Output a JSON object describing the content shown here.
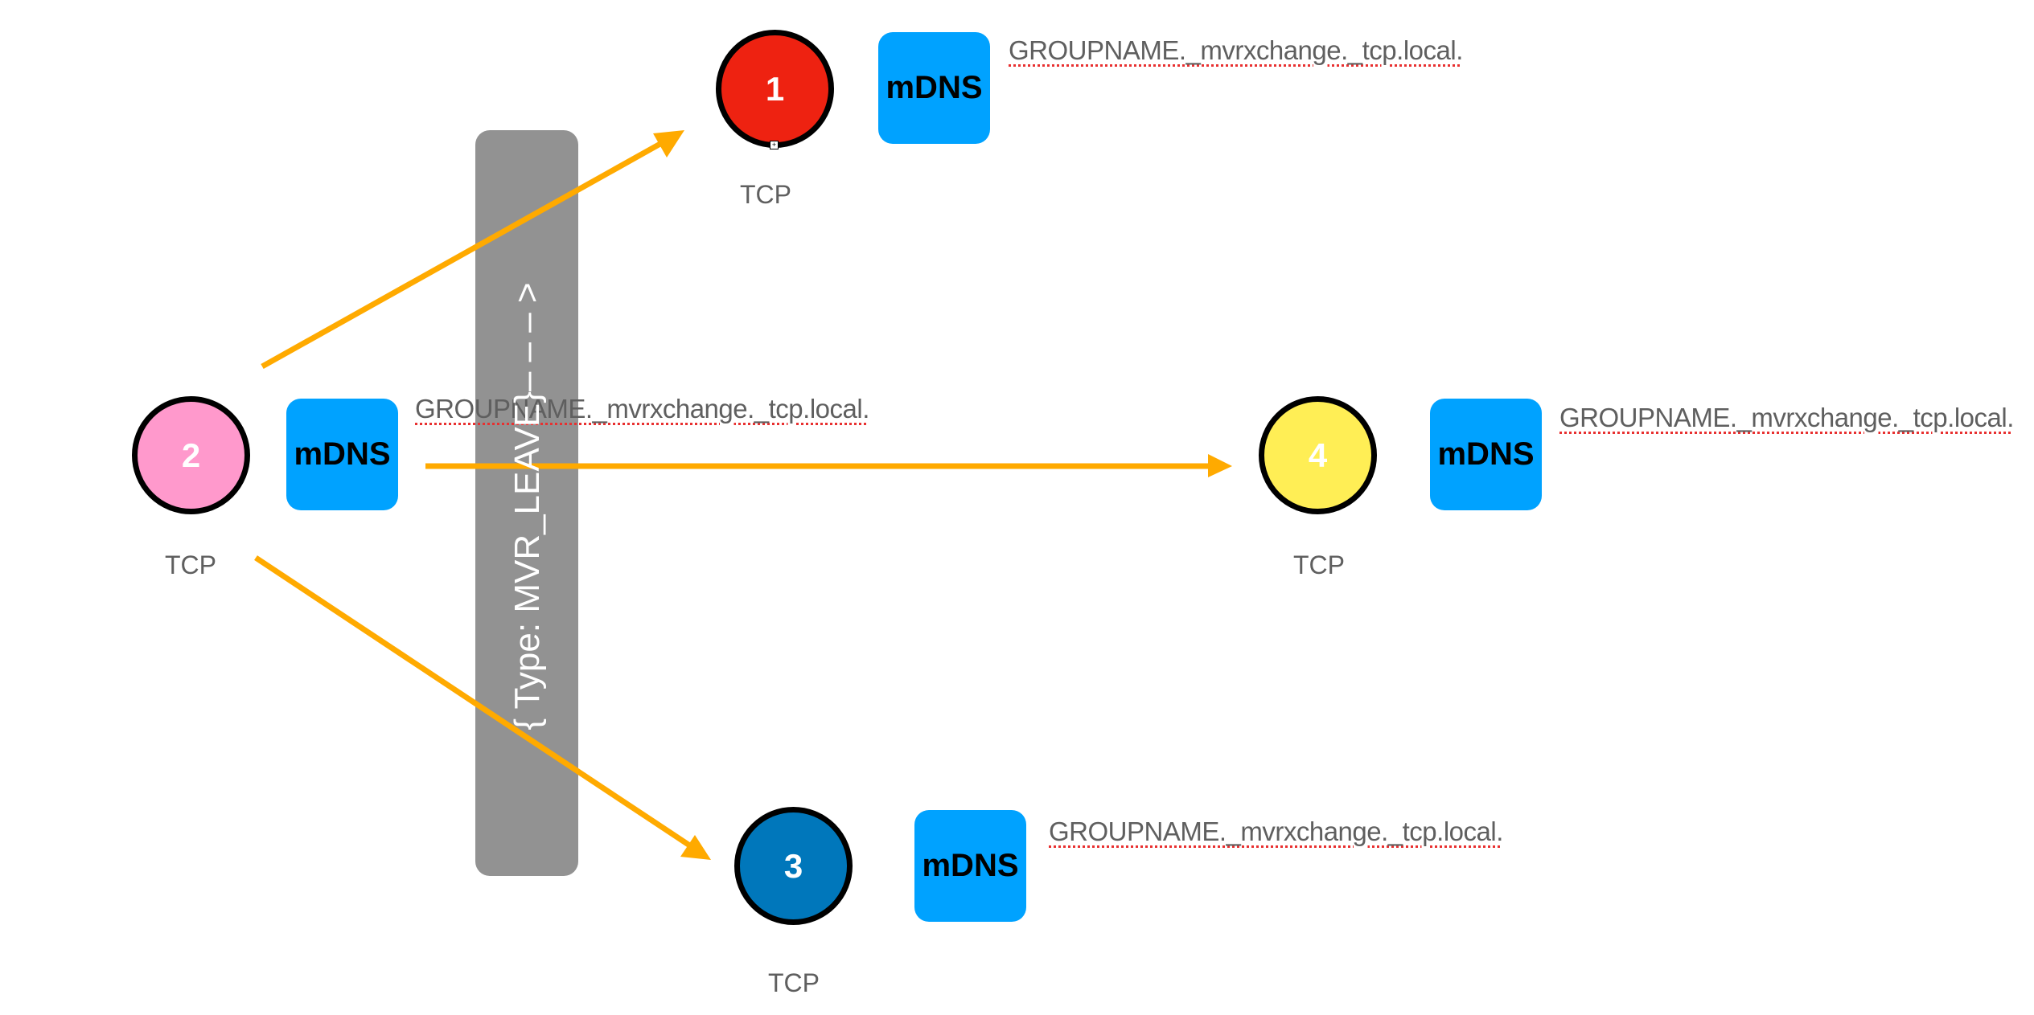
{
  "diagram": {
    "message": {
      "text": "{ Type: MVR_LEAVE}– – – >",
      "bar_color": "#929292",
      "text_color": "#FFFFFF"
    },
    "arrow_color": "#FFAA00",
    "nodes": [
      {
        "id": "1",
        "label": "1",
        "fill": "#EE2211",
        "mdns_label": "mDNS",
        "service_name": "GROUPNAME._mvrxchange._tcp.local.",
        "transport_label": "TCP"
      },
      {
        "id": "2",
        "label": "2",
        "fill": "#FF99CC",
        "mdns_label": "mDNS",
        "service_name": "GROUPNAME._mvrxchange._tcp.local.",
        "transport_label": "TCP"
      },
      {
        "id": "3",
        "label": "3",
        "fill": "#0077BB",
        "mdns_label": "mDNS",
        "service_name": "GROUPNAME._mvrxchange._tcp.local.",
        "transport_label": "TCP"
      },
      {
        "id": "4",
        "label": "4",
        "fill": "#FFEE55",
        "mdns_label": "mDNS",
        "service_name": "GROUPNAME._mvrxchange._tcp.local.",
        "transport_label": "TCP"
      }
    ],
    "edges": [
      {
        "from": "2",
        "to": "1"
      },
      {
        "from": "2",
        "to": "4"
      },
      {
        "from": "2",
        "to": "3"
      }
    ],
    "mdns_color": "#00A2FF"
  }
}
